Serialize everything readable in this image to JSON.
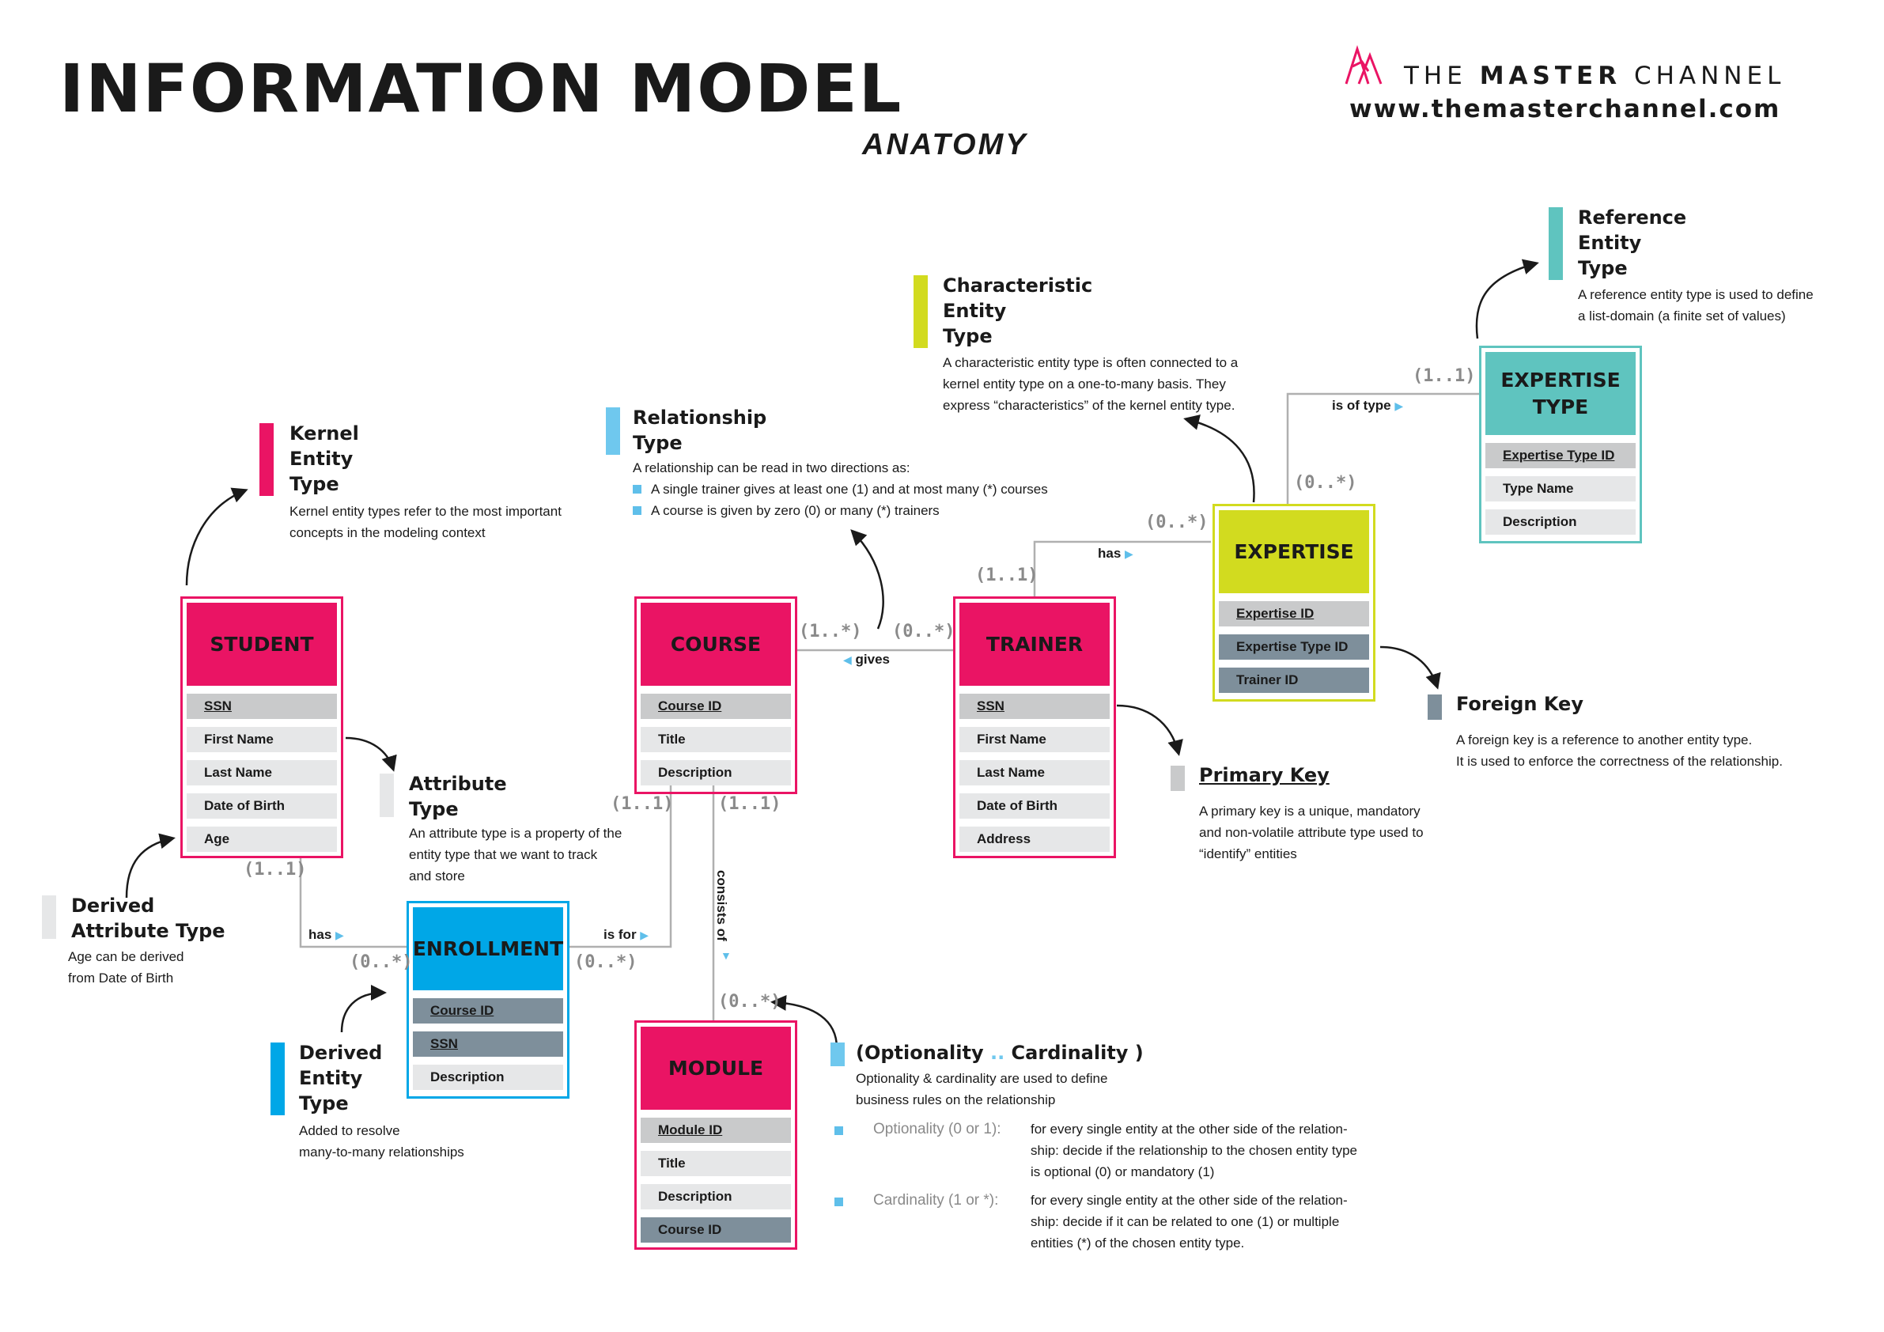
{
  "header": {
    "title": "INFORMATION MODEL",
    "subtitle": "ANATOMY",
    "brand_prefix": "THE",
    "brand_bold": "MASTER",
    "brand_suffix": "CHANNEL",
    "website": "www.themasterchannel.com"
  },
  "colors": {
    "kernel": "#ea1464",
    "derived": "#00a7e7",
    "characteristic": "#d2db1f",
    "reference": "#5fc4bf",
    "relationship": "#6fc8ee",
    "foreign_key": "#7e8f9b",
    "primary_key": "#c9cacb",
    "attribute": "#e6e7e8"
  },
  "entities": {
    "student": {
      "name": "STUDENT",
      "attrs": [
        "SSN",
        "First Name",
        "Last Name",
        "Date of Birth",
        "Age"
      ]
    },
    "course": {
      "name": "COURSE",
      "attrs": [
        "Course ID",
        "Title",
        "Description"
      ]
    },
    "trainer": {
      "name": "TRAINER",
      "attrs": [
        "SSN",
        "First Name",
        "Last Name",
        "Date of Birth",
        "Address"
      ]
    },
    "expertise": {
      "name": "EXPERTISE",
      "attrs": [
        "Expertise ID",
        "Expertise Type ID",
        "Trainer ID"
      ]
    },
    "expertise_type": {
      "name_line1": "EXPERTISE",
      "name_line2": "TYPE",
      "attrs": [
        "Expertise Type ID",
        "Type Name",
        "Description"
      ]
    },
    "enrollment": {
      "name": "ENROLLMENT",
      "attrs": [
        "Course ID",
        "SSN",
        "Description"
      ]
    },
    "module": {
      "name": "MODULE",
      "attrs": [
        "Module ID",
        "Title",
        "Description",
        "Course ID"
      ]
    }
  },
  "relationships": {
    "gives": "gives",
    "has_trainer": "has",
    "is_of_type": "is of type",
    "has_student": "has",
    "is_for": "is for",
    "consists_of": "consists of"
  },
  "multiplicities": {
    "course_gives": "(1..*)",
    "trainer_gives": "(0..*)",
    "trainer_has": "(1..1)",
    "expertise_has": "(0..*)",
    "expertise_type": "(0..*)",
    "type_is_of": "(1..1)",
    "student_has": "(1..1)",
    "enroll_has": "(0..*)",
    "enroll_for": "(0..*)",
    "course_for": "(1..1)",
    "course_consists": "(1..1)",
    "module_consists": "(0..*)"
  },
  "annotations": {
    "kernel": {
      "title": [
        "Kernel",
        "Entity",
        "Type"
      ],
      "desc": [
        "Kernel entity types refer to the most important",
        "concepts in the modeling context"
      ]
    },
    "relationship": {
      "title": [
        "Relationship",
        "Type"
      ],
      "desc": "A relationship can be read in two directions as:",
      "bullets": [
        "A single trainer gives at least one (1) and at most many (*) courses",
        "A course is given by zero (0) or many (*) trainers"
      ]
    },
    "characteristic": {
      "title": [
        "Characteristic",
        "Entity",
        "Type"
      ],
      "desc": [
        "A characteristic entity type is often connected to a",
        "kernel entity type on a one-to-many basis. They",
        "express “characteristics” of the kernel entity type."
      ]
    },
    "reference": {
      "title": [
        "Reference",
        "Entity",
        "Type"
      ],
      "desc": [
        "A reference entity type is used to define",
        "a list-domain (a finite set of values)"
      ]
    },
    "attribute": {
      "title": [
        "Attribute",
        "Type"
      ],
      "desc": [
        "An attribute type is a property of the",
        "entity type that we want to track",
        "and store"
      ]
    },
    "derived_attribute": {
      "title": [
        "Derived",
        "Attribute Type"
      ],
      "desc": [
        "Age can be derived",
        "from Date of Birth"
      ]
    },
    "primary_key": {
      "title": "Primary Key",
      "desc": [
        "A primary key is a unique, mandatory",
        "and non-volatile attribute type used to",
        "“identify” entities"
      ]
    },
    "foreign_key": {
      "title": "Foreign Key",
      "desc": [
        "A foreign key is a reference to another entity type.",
        "It is used to enforce the correctness of the relationship."
      ]
    },
    "derived_entity": {
      "title": [
        "Derived",
        "Entity",
        "Type"
      ],
      "desc": [
        "Added to resolve",
        "many-to-many relationships"
      ]
    },
    "optionality": {
      "title_a": "(Optionality",
      "title_sep": "..",
      "title_b": "Cardinality )",
      "desc": [
        "Optionality & cardinality are used to define",
        "business rules on the relationship"
      ],
      "opt_label": "Optionality (0 or 1):",
      "opt_text": [
        "for every single entity at the other side of the relation-",
        "ship: decide if the relationship to the chosen entity type",
        "is optional (0) or mandatory (1)"
      ],
      "card_label": "Cardinality (1 or *):",
      "card_text": [
        "for every single entity at the other side of the relation-",
        "ship: decide if it can be related to one (1) or multiple",
        "entities (*) of the chosen entity type."
      ]
    }
  }
}
